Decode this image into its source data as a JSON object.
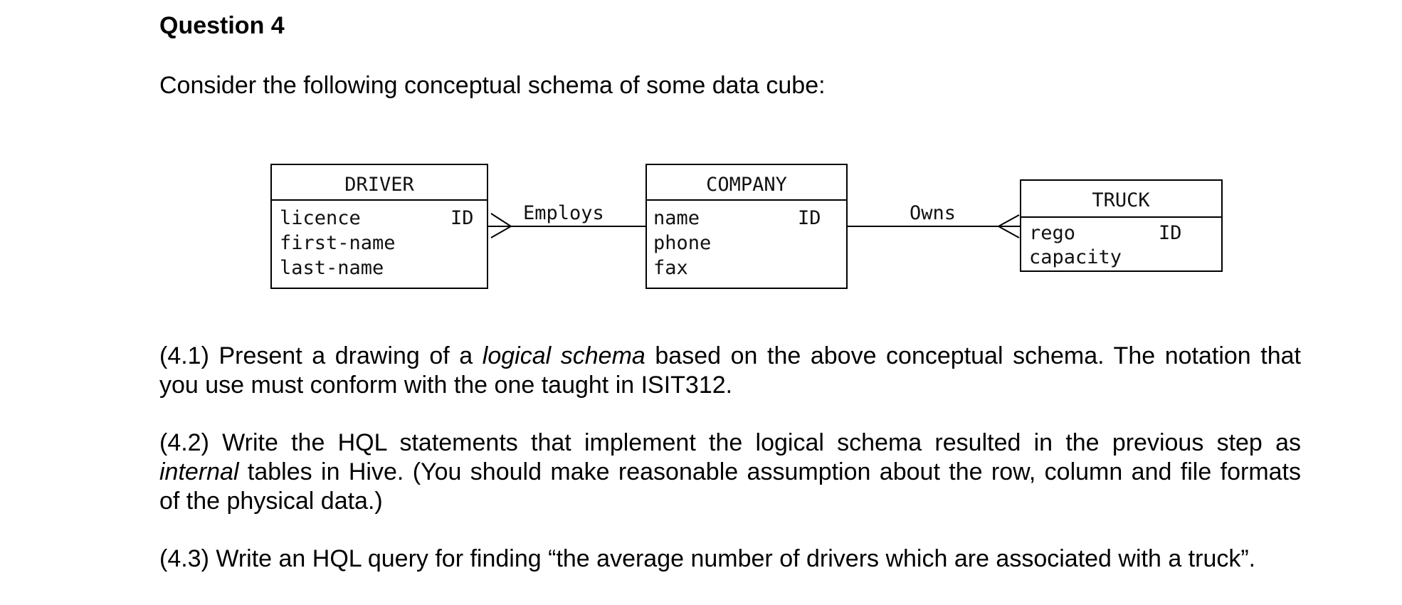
{
  "question": {
    "title": "Question 4",
    "intro": "Consider the following conceptual schema of some data cube:"
  },
  "diagram": {
    "entities": {
      "driver": {
        "name": "DRIVER",
        "attributes": [
          "licence",
          "first-name",
          "last-name"
        ],
        "id_label": "ID"
      },
      "company": {
        "name": "COMPANY",
        "attributes": [
          "name",
          "phone",
          "fax"
        ],
        "id_label": "ID"
      },
      "truck": {
        "name": "TRUCK",
        "attributes": [
          "rego",
          "capacity"
        ],
        "id_label": "ID"
      }
    },
    "relationships": {
      "employs": "Employs",
      "owns": "Owns"
    }
  },
  "subquestions": {
    "q1": {
      "line1_pre": "(4.1) Present a drawing of a ",
      "line1_em": "logical schema",
      "line1_post": " based on the above conceptual schema. The notation that",
      "line2": "you use must conform with the one taught in ISIT312."
    },
    "q2": {
      "line1": "(4.2) Write the HQL statements that implement the logical schema resulted in the previous step as",
      "line2_em": "internal",
      "line2_post": " tables in Hive. (You should make reasonable assumption about the row, column and file formats",
      "line3": "of the physical data.)"
    },
    "q3": {
      "text": "(4.3) Write an HQL query for finding “the average number of drivers which are associated with a truck”."
    }
  }
}
